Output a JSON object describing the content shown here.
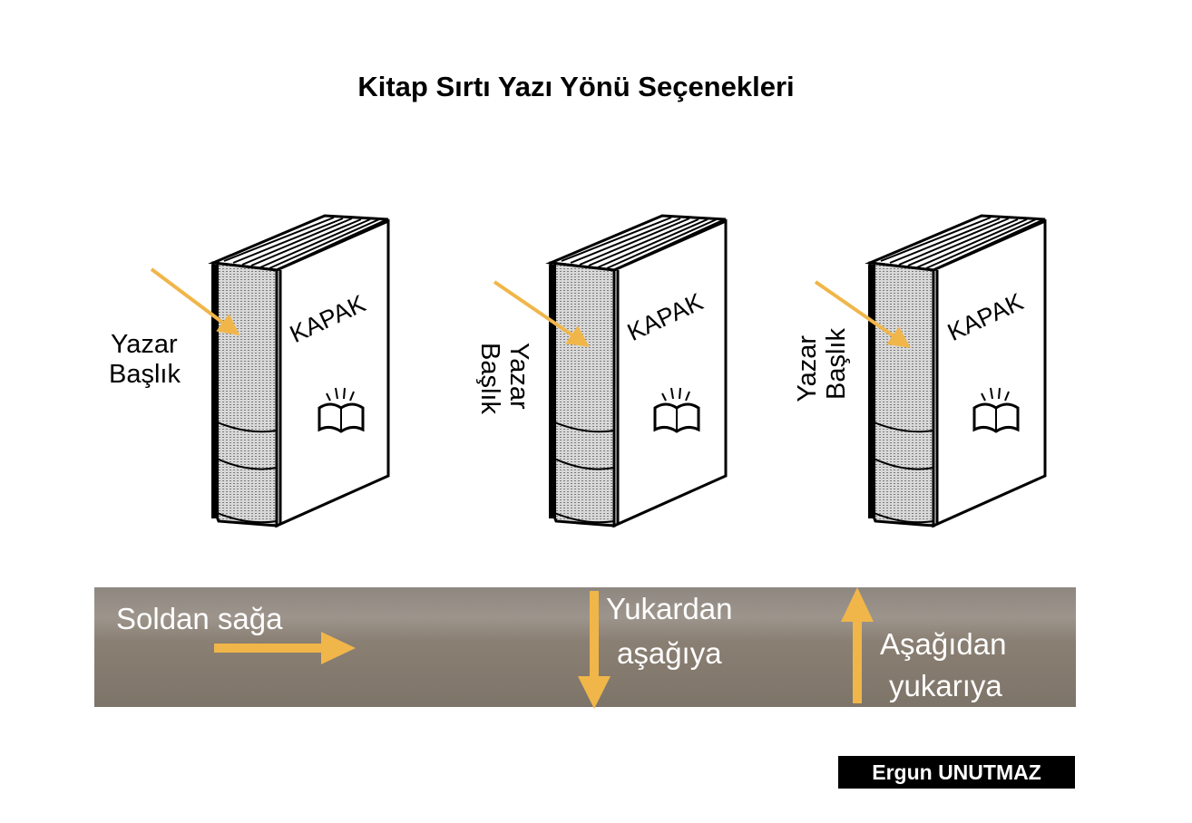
{
  "title": "Kitap Sırtı Yazı Yönü Seçenekleri",
  "books": [
    {
      "cover_text": "KAPAK",
      "label_line1": "Yazar",
      "label_line2": "Başlık",
      "orientation": "horizontal"
    },
    {
      "cover_text": "KAPAK",
      "label_line1": "Yazar",
      "label_line2": "Başlık",
      "orientation": "top-to-bottom"
    },
    {
      "cover_text": "KAPAK",
      "label_line1": "Yazar",
      "label_line2": "Başlık",
      "orientation": "bottom-to-top"
    }
  ],
  "directions": {
    "left_to_right": "Soldan sağa",
    "top_down_1": "Yukardan",
    "top_down_2": "aşağıya",
    "bottom_up_1": "Aşağıdan",
    "bottom_up_2": "yukarıya"
  },
  "author": "Ergun UNUTMAZ",
  "colors": {
    "arrow": "#f0b64a",
    "strip": "#8e8780"
  }
}
